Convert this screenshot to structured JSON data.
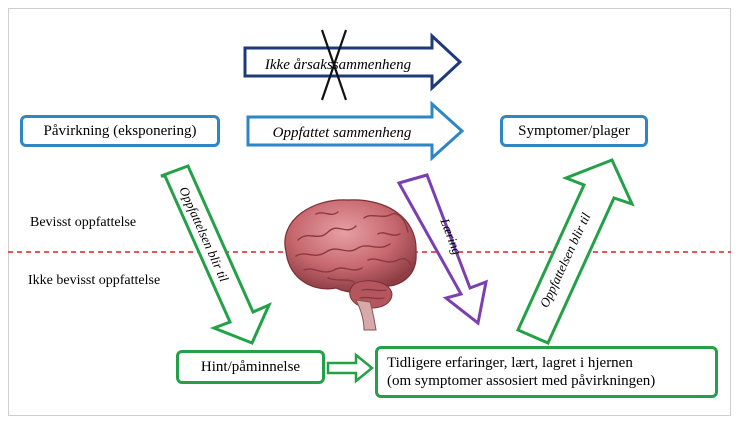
{
  "nodes": {
    "exposure": "Påvirkning (eksponering)",
    "symptoms": "Symptomer/plager",
    "hint": "Hint/påminnelse",
    "experience_line1": "Tidligere erfaringer, lært, lagret i hjernen",
    "experience_line2": "(om symptomer assosiert med påvirkningen)"
  },
  "arrows": {
    "no_causal": "Ikke årsakssammenheng",
    "perceived": "Oppfattet sammenheng",
    "perception_down": "Oppfattelsen blir til",
    "learning": "Læring",
    "perception_up": "Oppfattelsen blir til"
  },
  "levels": {
    "conscious": "Bevisst oppfattelse",
    "unconscious": "Ikke bevisst oppfattelse"
  },
  "colors": {
    "dark_blue": "#1f3a7a",
    "blue": "#2e86c7",
    "green": "#24a148",
    "purple": "#7b3fb0",
    "divider": "#e02020",
    "brain": "#c7686e"
  }
}
